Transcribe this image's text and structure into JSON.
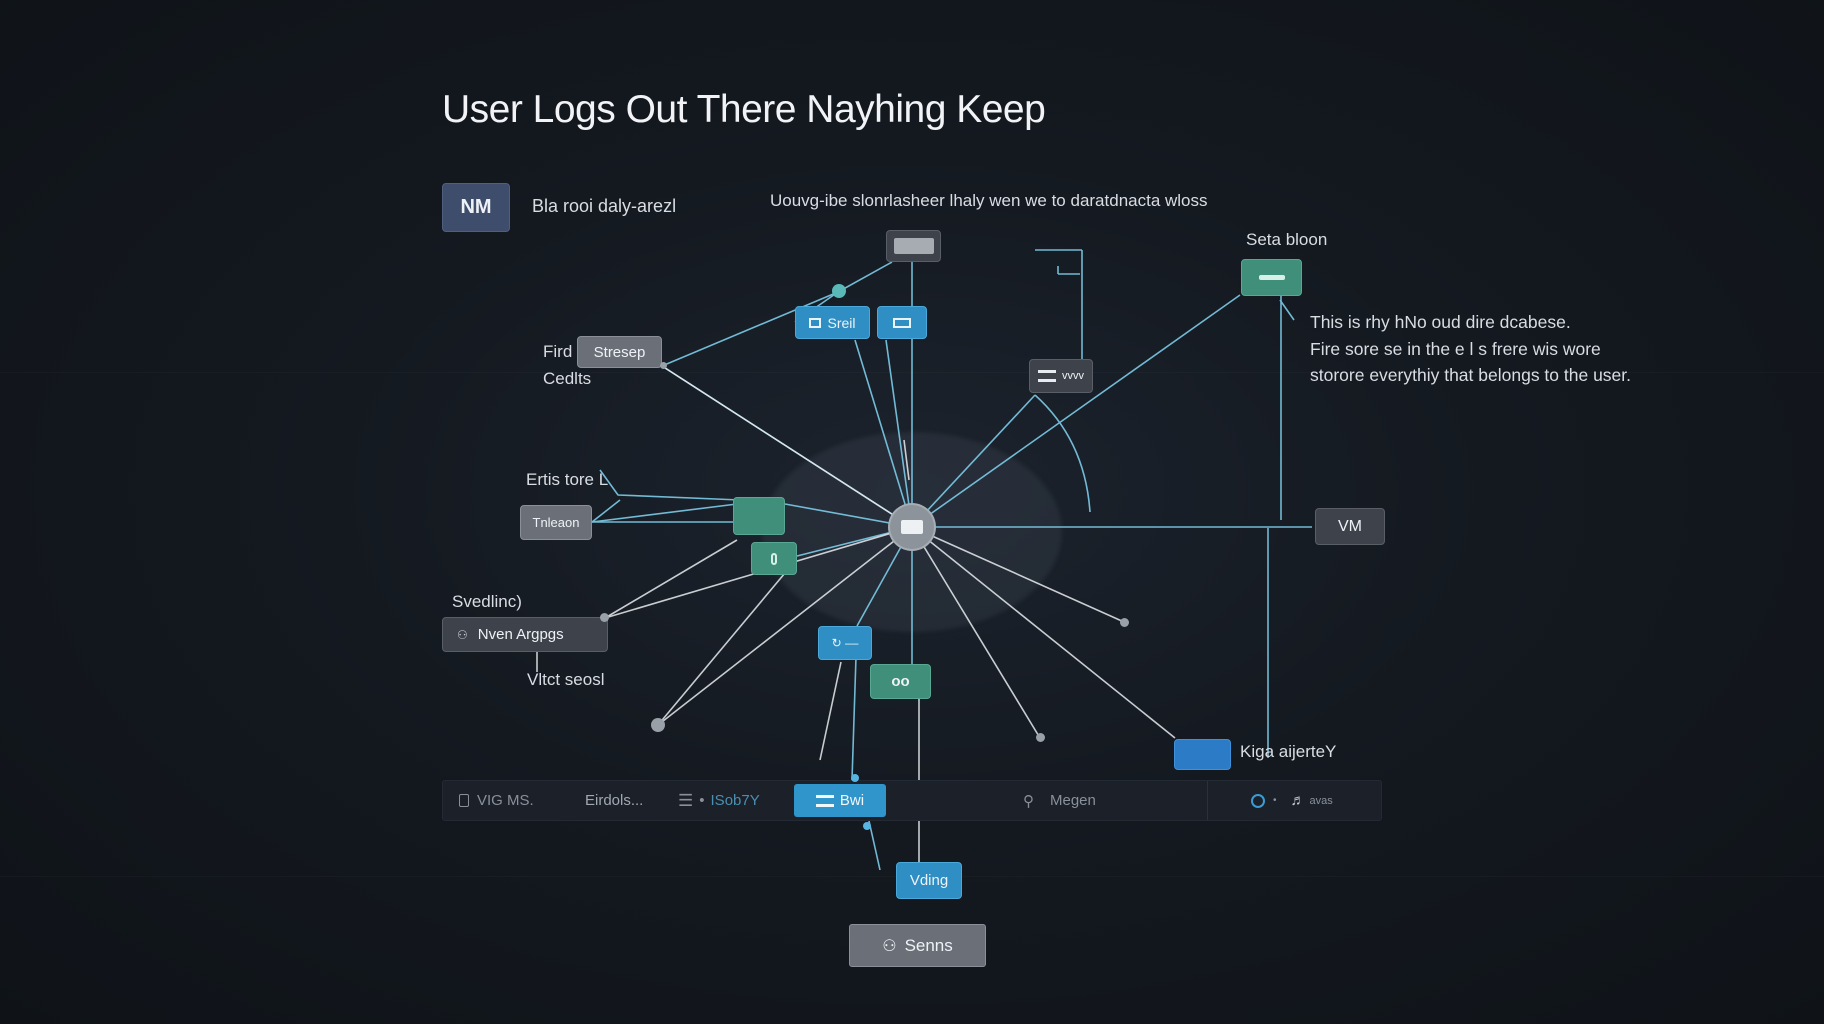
{
  "title": "User Logs Out There Nayhing Keep",
  "header": {
    "logo_text": "NM",
    "logo_label": "Bla rooi daly-arezl",
    "subtitle": "Uouvg-ibe slonrlasheer lhaly wen we to daratdnacta wloss"
  },
  "labels": {
    "seta_bloon": "Seta bloon",
    "fird": "Fird",
    "credits": "Cedlts",
    "ertis_tore": "Ertis tore L",
    "svedlinc": "Svedlinc)",
    "viltct_seosl": "Vltct seosl",
    "kiga": "Kiga aijerteY"
  },
  "note": {
    "line1": "This is rhy hNo oud dire dcabese.",
    "line2": "Fire sore se in the e l s frere wis wore",
    "line3": "storore everythiy that belongs to the user."
  },
  "nodes": {
    "stream": "Stresep",
    "tnleaon": "Tnleaon",
    "nven_argpgs": "Nven Argpgs",
    "sreil": "Sreil",
    "mini_vvv": "vvvv",
    "vm": "VM",
    "oo": "oo",
    "vding": "Vding",
    "senns": "Senns"
  },
  "toolbar": {
    "item1": "VIG MS.",
    "item2": "Eirdols...",
    "item3": "ISob7Y",
    "item4_active": "Bwi",
    "search": "Megen",
    "item6": "avas"
  },
  "colors": {
    "background": "#12161d",
    "link_cyan": "#7ccbe8",
    "link_white": "#e8ecf0",
    "node_teal": "#3f8f7b",
    "node_blue": "#2f8fc4",
    "node_gray": "#6b7078"
  },
  "icons": [
    "logo-icon",
    "hub-icon",
    "lock-icon",
    "menu-icon",
    "search-icon",
    "settings-icon",
    "sound-icon",
    "people-icon"
  ]
}
